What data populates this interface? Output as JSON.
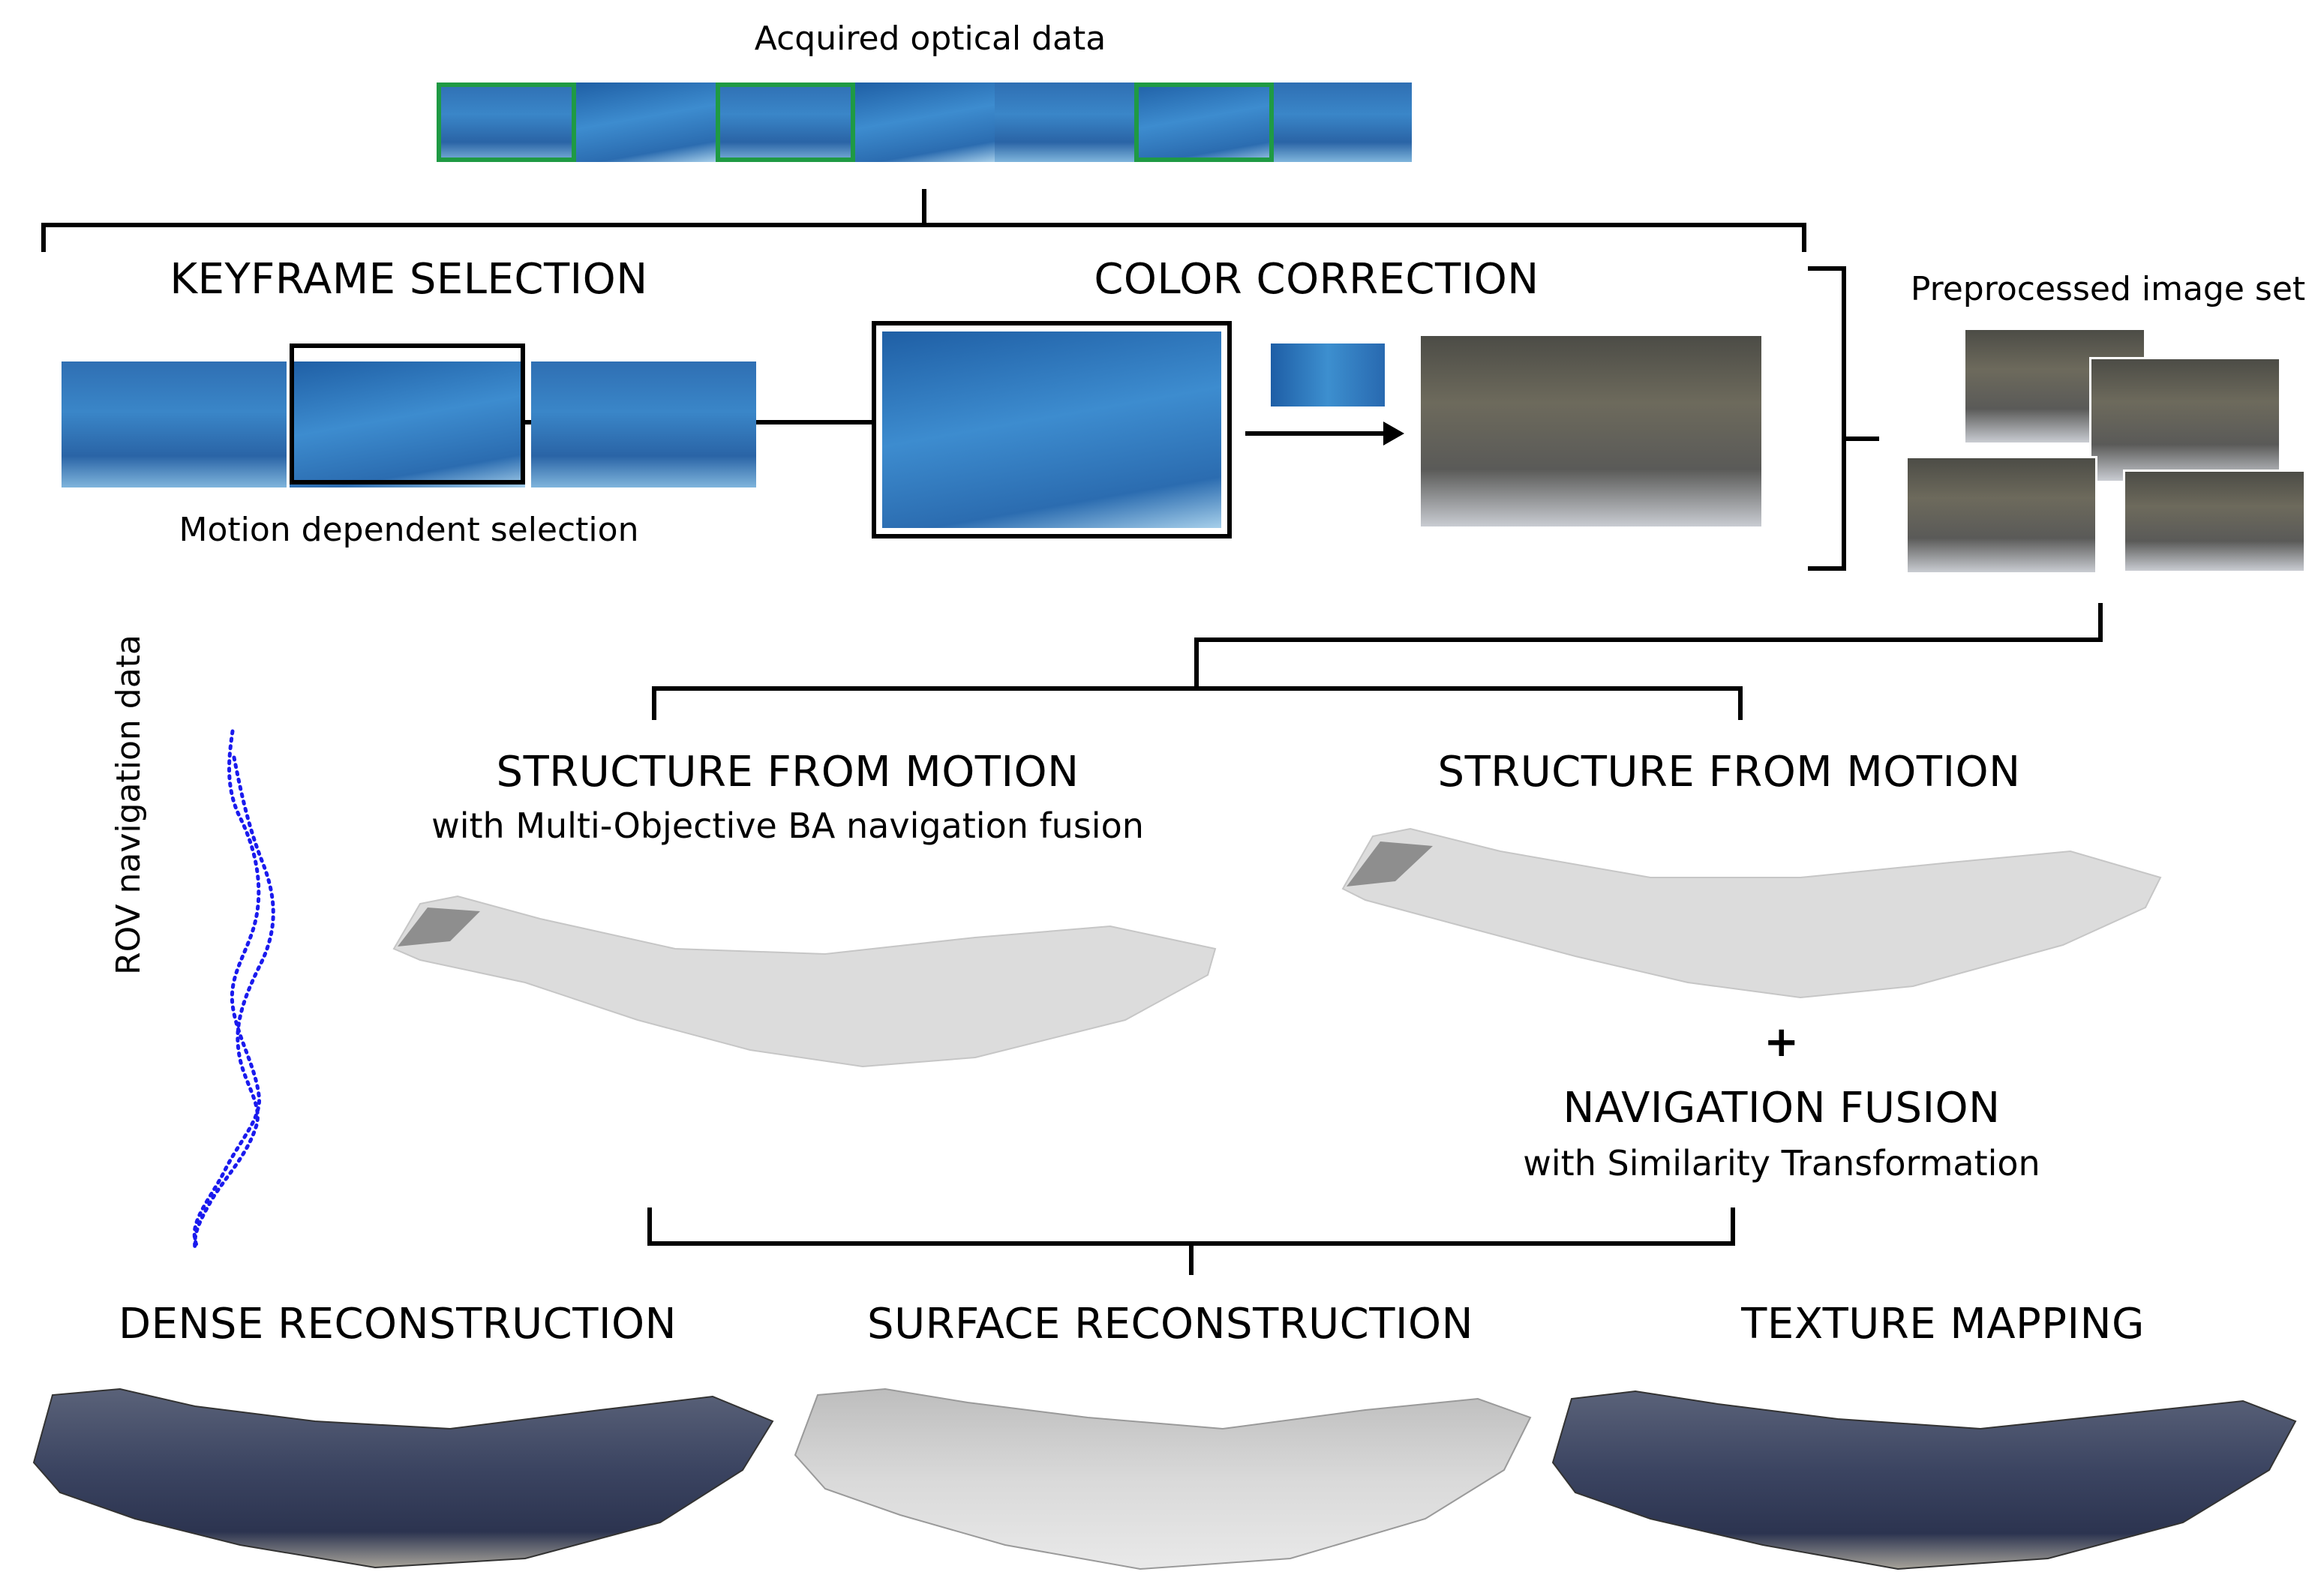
{
  "labels": {
    "acquired": "Acquired optical data",
    "keyframe": "KEYFRAME SELECTION",
    "motion": "Motion dependent selection",
    "color": "COLOR CORRECTION",
    "preprocessed": "Preprocessed image set",
    "rov": "ROV navigation data",
    "sfm_left": "STRUCTURE FROM MOTION",
    "sfm_left_sub": "with Multi-Objective BA navigation fusion",
    "sfm_right": "STRUCTURE FROM MOTION",
    "plus": "+",
    "navfusion": "NAVIGATION FUSION",
    "navfusion_sub": "with Similarity Transformation",
    "dense": "DENSE RECONSTRUCTION",
    "surface": "SURFACE RECONSTRUCTION",
    "texture": "TEXTURE MAPPING"
  },
  "colors": {
    "selected_frame": "#1f9a44",
    "underwater_blue": "#2f74b8",
    "nav_path": "#1a1aee",
    "corrected_gray": "#5d5b52",
    "surface_gray": "#d9d9d9"
  },
  "acquired_frames": {
    "count": 7,
    "selected": [
      1,
      3,
      6
    ]
  }
}
